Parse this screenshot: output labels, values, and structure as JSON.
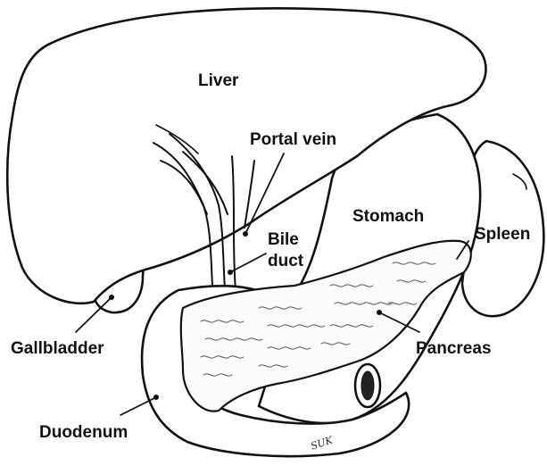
{
  "labels": {
    "liver": "Liver",
    "portal_vein": "Portal vein",
    "stomach": "Stomach",
    "bile": "Bile",
    "duct": "duct",
    "spleen": "Spleen",
    "gallbladder": "Gallbladder",
    "pancreas": "Pancreas",
    "duodenum": "Duodenum"
  },
  "signature": "SUK",
  "colors": {
    "ink": "#111111",
    "paper": "#ffffff",
    "pancreas_texture": "#555555"
  }
}
